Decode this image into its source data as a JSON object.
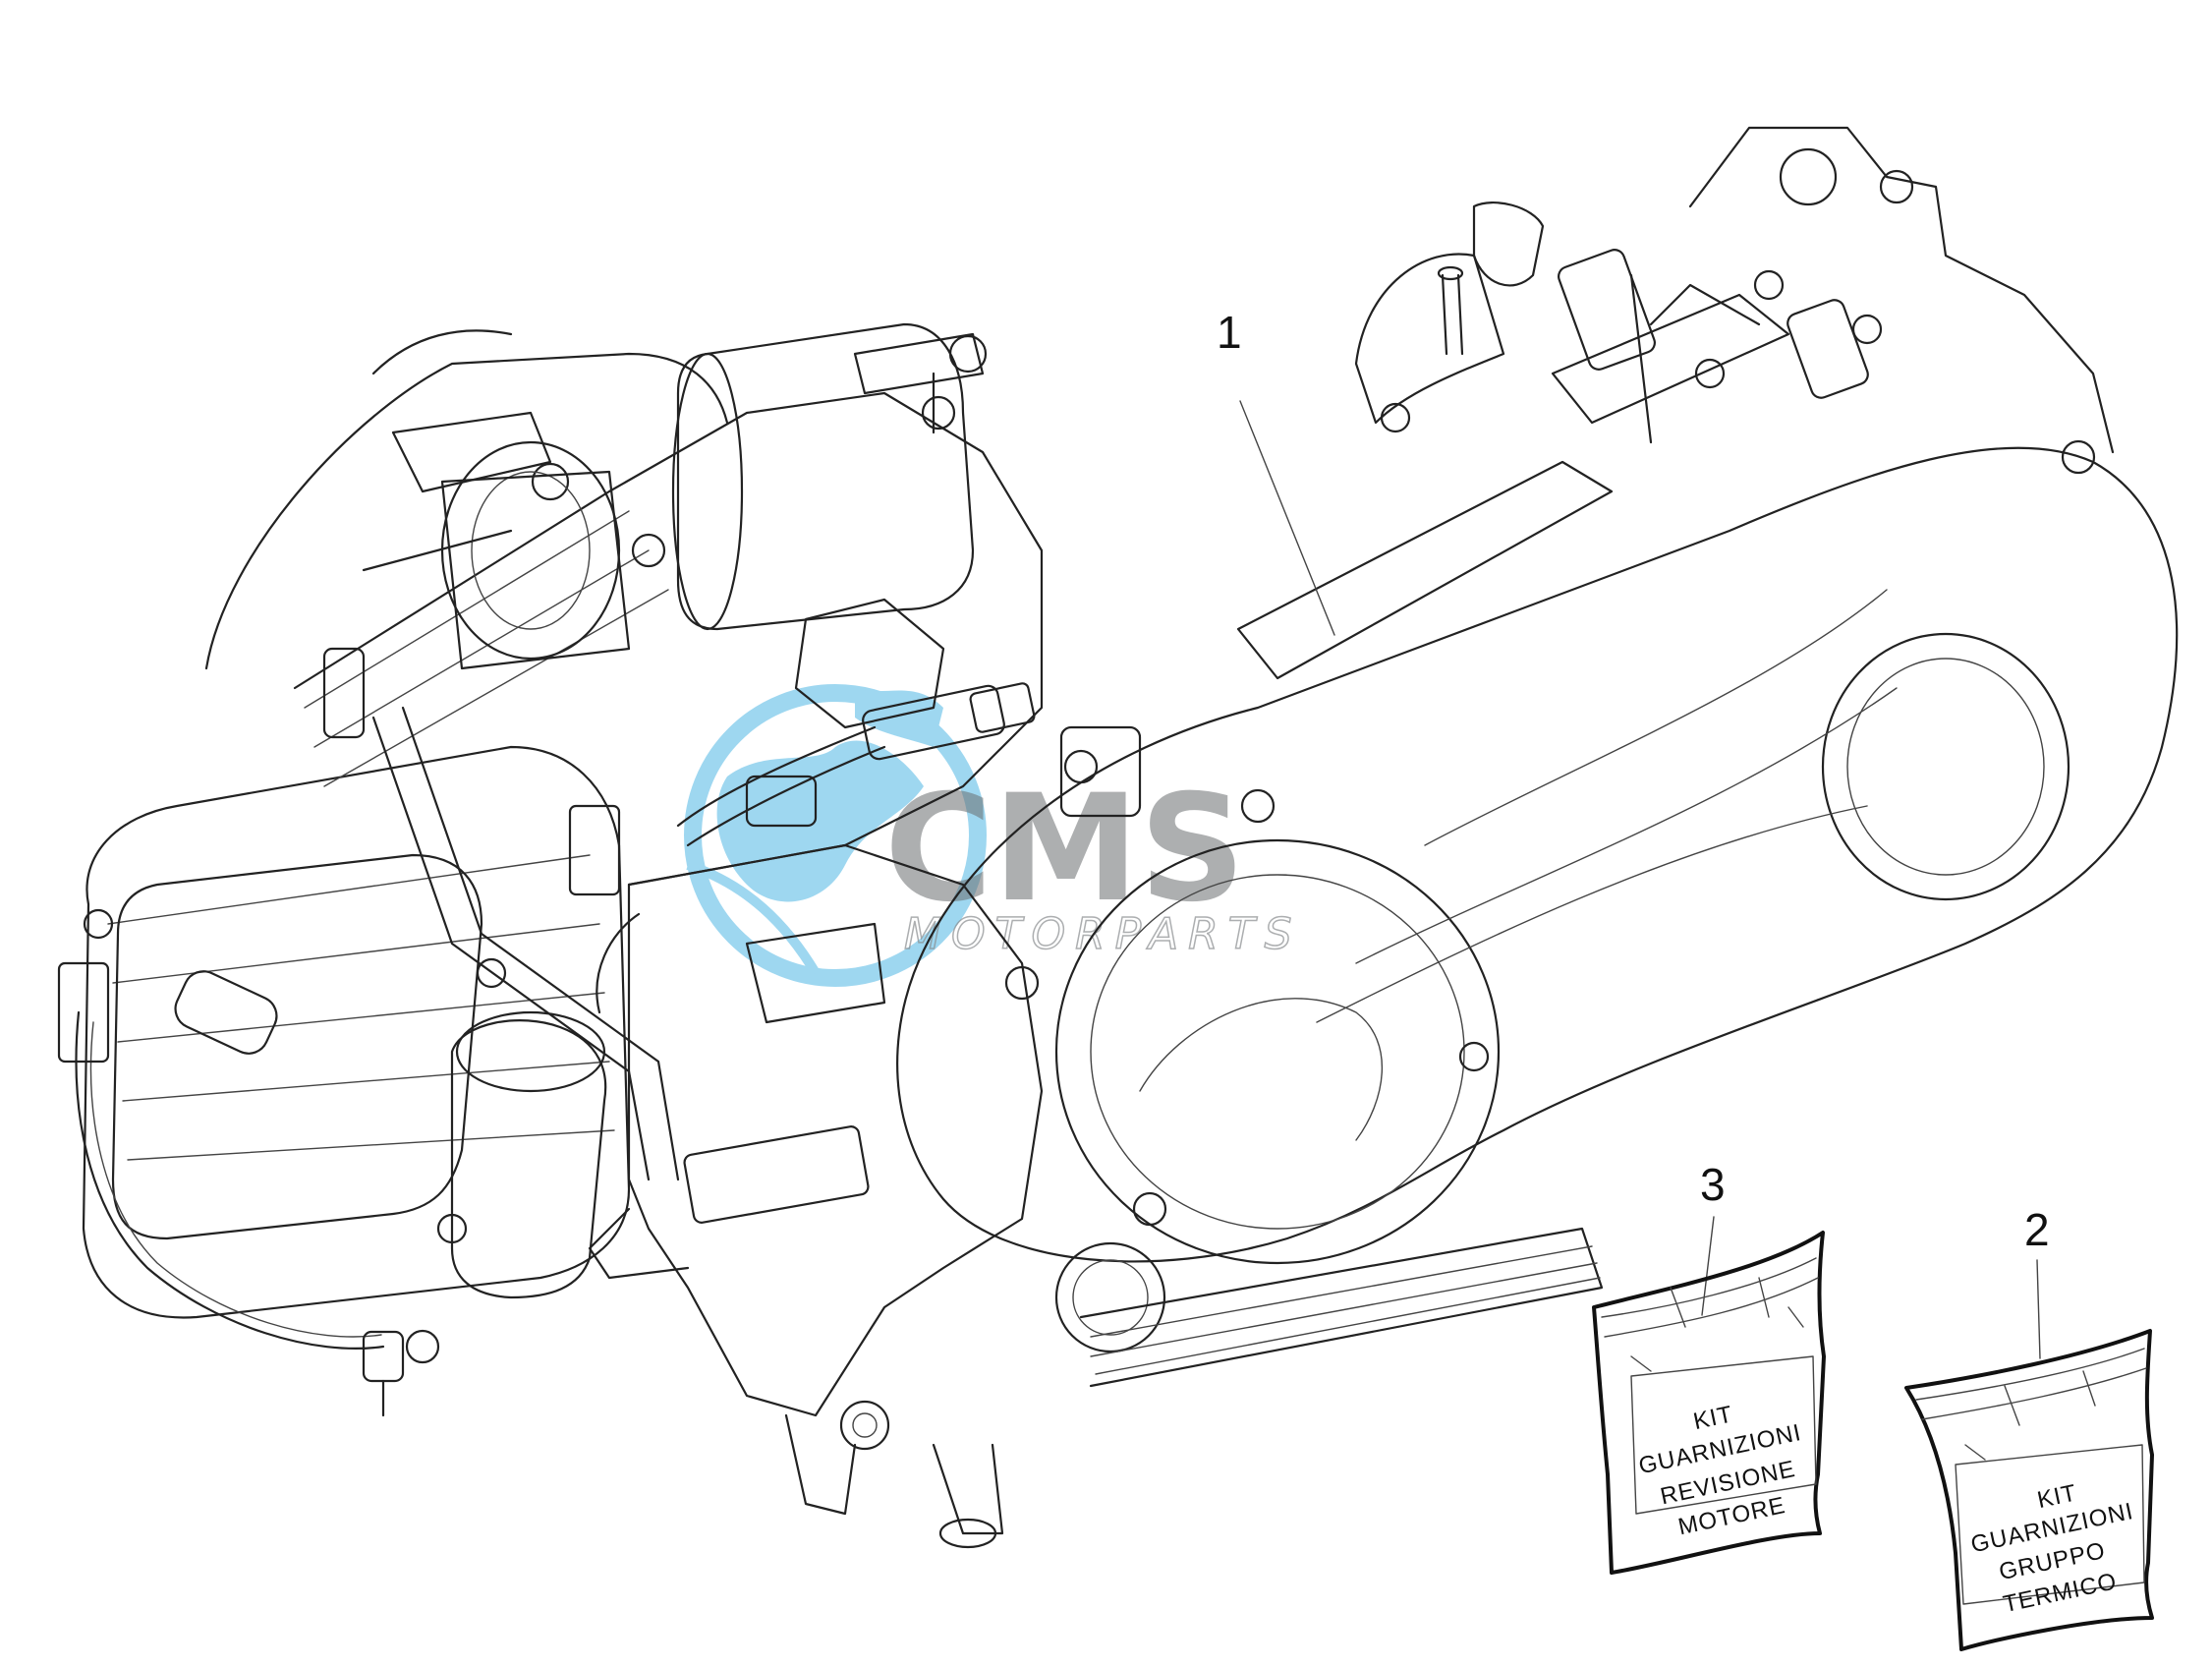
{
  "callouts": [
    {
      "number": "1"
    },
    {
      "number": "2"
    },
    {
      "number": "3"
    }
  ],
  "kit_revisione": {
    "lines": [
      "KIT",
      "GUARNIZIONI",
      "REVISIONE",
      "MOTORE"
    ]
  },
  "kit_gruppo": {
    "lines": [
      "KIT",
      "GUARNIZIONI",
      "GRUPPO",
      "TERMICO"
    ]
  },
  "watermark": {
    "brand": "CMS",
    "subtitle": "MOTORPARTS",
    "colors": {
      "globe": "#2aa7df",
      "text": "#6b6e70"
    }
  }
}
